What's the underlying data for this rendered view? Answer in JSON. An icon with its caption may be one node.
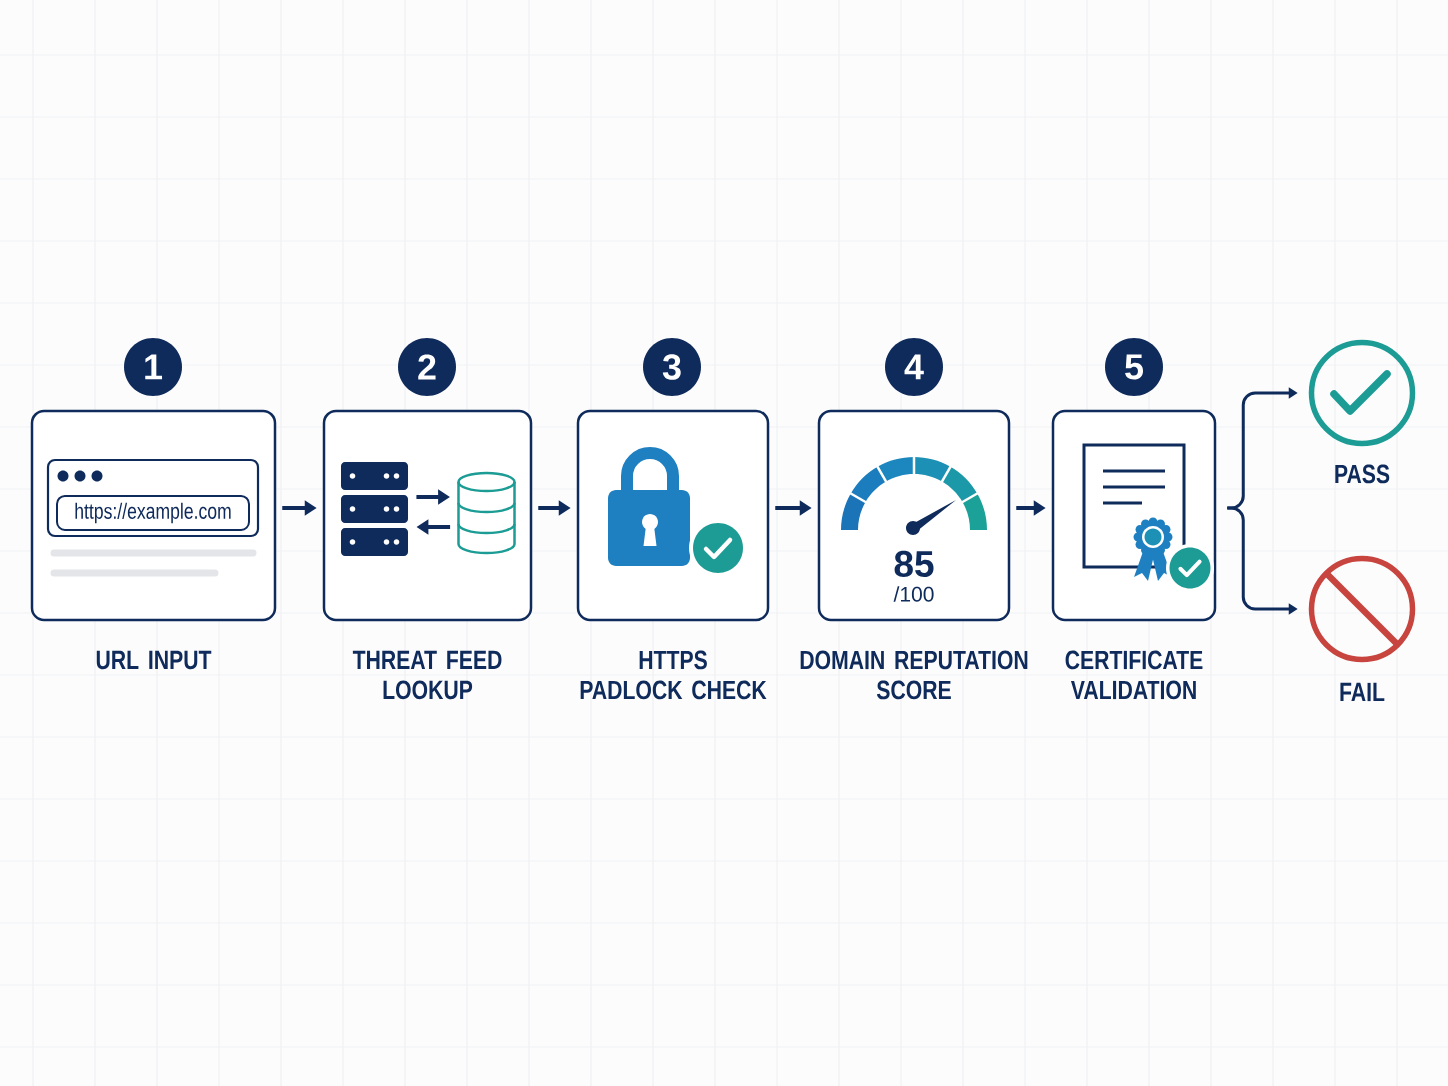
{
  "diagram": {
    "nodes": [
      {
        "text": [
          "1"
        ]
      },
      {
        "text": [
          "URL INPUT"
        ]
      },
      {
        "text": [
          "https://example.com"
        ],
        "in": 1
      },
      {
        "text": [
          "2"
        ]
      },
      {
        "text": [
          "THREAT FEED LOOKUP"
        ]
      },
      {
        "text": [],
        "shape": "picture",
        "in": 4
      },
      {
        "text": [],
        "shape": "cylinder",
        "in": 4
      },
      {
        "text": [
          "3"
        ]
      },
      {
        "text": [
          "HTTPS PADLOCK CHECK"
        ]
      },
      {
        "text": [
          "4"
        ]
      },
      {
        "text": [
          "85",
          "/100",
          "DOMAIN REPUTATION SCORE"
        ]
      },
      {
        "text": [
          "5"
        ]
      },
      {
        "text": [
          "CERTIFICATE VALIDATION"
        ]
      },
      {
        "text": [
          "PASS"
        ]
      },
      {
        "text": [
          "FAIL"
        ]
      }
    ],
    "edges": [
      {
        "from": 1,
        "to": 4,
        "arrow": "to"
      },
      {
        "from": 5,
        "to": 6,
        "arrow": "to"
      },
      {
        "from": 6,
        "to": 5,
        "arrow": "to"
      },
      {
        "from": 4,
        "to": 8,
        "arrow": "to"
      },
      {
        "from": 8,
        "to": 10,
        "arrow": "to"
      },
      {
        "from": 10,
        "to": 12,
        "arrow": "to"
      },
      {
        "from": 12,
        "to": 13,
        "arrow": "to"
      },
      {
        "from": 12,
        "to": 14,
        "arrow": "to"
      }
    ]
  }
}
